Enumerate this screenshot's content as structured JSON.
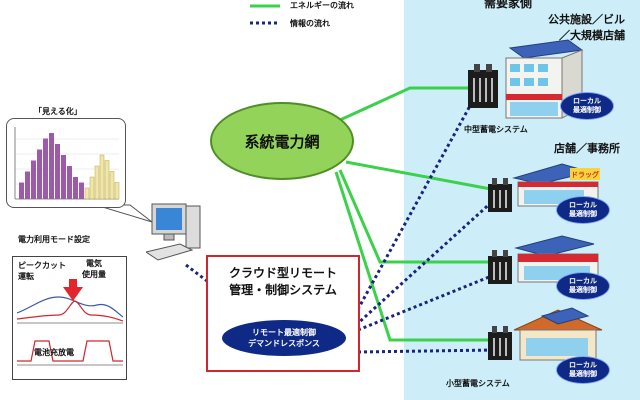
{
  "legend": {
    "energy_flow": "エネルギーの流れ",
    "info_flow": "情報の流れ"
  },
  "demand_side_title": "需要家側",
  "grid": {
    "label": "系統電力網"
  },
  "visualization": {
    "label": "「見える化」"
  },
  "mode_setting": {
    "label": "電力利用モード設定"
  },
  "cloud_system": {
    "title_line1": "クラウド型リモート",
    "title_line2": "管理・制御システム",
    "ellipse_line1": "リモート最適制御",
    "ellipse_line2": "デマンドレスポンス"
  },
  "demand_chart": {
    "peak_cut_line1": "ピークカット",
    "peak_cut_line2": "運転",
    "usage_line1": "電気",
    "usage_line2": "使用量",
    "battery_label": "電池充放電"
  },
  "sites": {
    "public_label_line1": "公共施設／ビル",
    "public_label_line2": "／大規模店舗",
    "mid_system": "中型蓄電システム",
    "shop_label": "店舗／事務所",
    "small_system": "小型蓄電システム",
    "local_line1": "ローカル",
    "local_line2": "最適制御",
    "shop_sign": "ドラッグ"
  },
  "colors": {
    "energy_line": "#3bd14a",
    "info_line": "#1a237e",
    "panel_bg": "#cdeef9",
    "grid_fill": "#93d35a",
    "cloud_border": "#d1262e",
    "badge": "#0e2a86"
  },
  "histogram": {
    "purple": [
      3,
      5,
      7,
      9,
      11,
      12,
      10,
      8,
      6,
      4,
      3
    ],
    "yellow": [
      2,
      4,
      6,
      8,
      7,
      5,
      3
    ]
  }
}
